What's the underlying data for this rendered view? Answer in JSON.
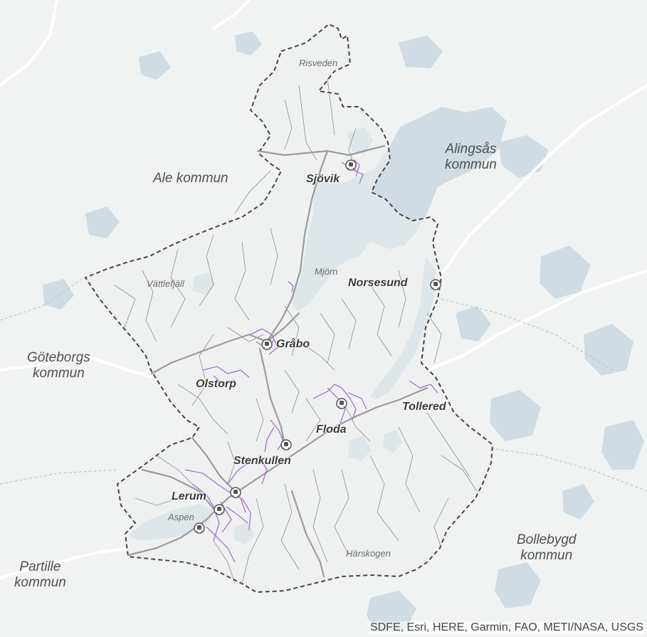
{
  "colors": {
    "background": "#f1f3f3",
    "water": "#cfdce3",
    "boundary": "#444444",
    "roads": "#8c8c8c",
    "main_roads": "#9a9a9a",
    "cycle_paths": "#a86fd0"
  },
  "municipalities": {
    "ale": "Ale kommun",
    "alingsas_1": "Alingsås",
    "alingsas_2": "kommun",
    "goteborg_1": "Göteborgs",
    "goteborg_2": "kommun",
    "partille_1": "Partille",
    "partille_2": "kommun",
    "bollebygd_1": "Bollebygd",
    "bollebygd_2": "kommun"
  },
  "places": {
    "sjovik": "Sjövik",
    "norsesund": "Norsesund",
    "grabo": "Gråbo",
    "olstorp": "Olstorp",
    "floda": "Floda",
    "tollered": "Tollered",
    "stenkullen": "Stenkullen",
    "lerum": "Lerum"
  },
  "minor_places": {
    "risveden": "Risveden",
    "mjorn": "Mjörn",
    "vattlefjall": "Vättlefjäll",
    "aspen": "Aspen",
    "harskogen": "Härskogen"
  },
  "icons": [
    "train-station-icon"
  ],
  "attribution": "SDFE, Esri, HERE, Garmin, FAO, METI/NASA, USGS"
}
